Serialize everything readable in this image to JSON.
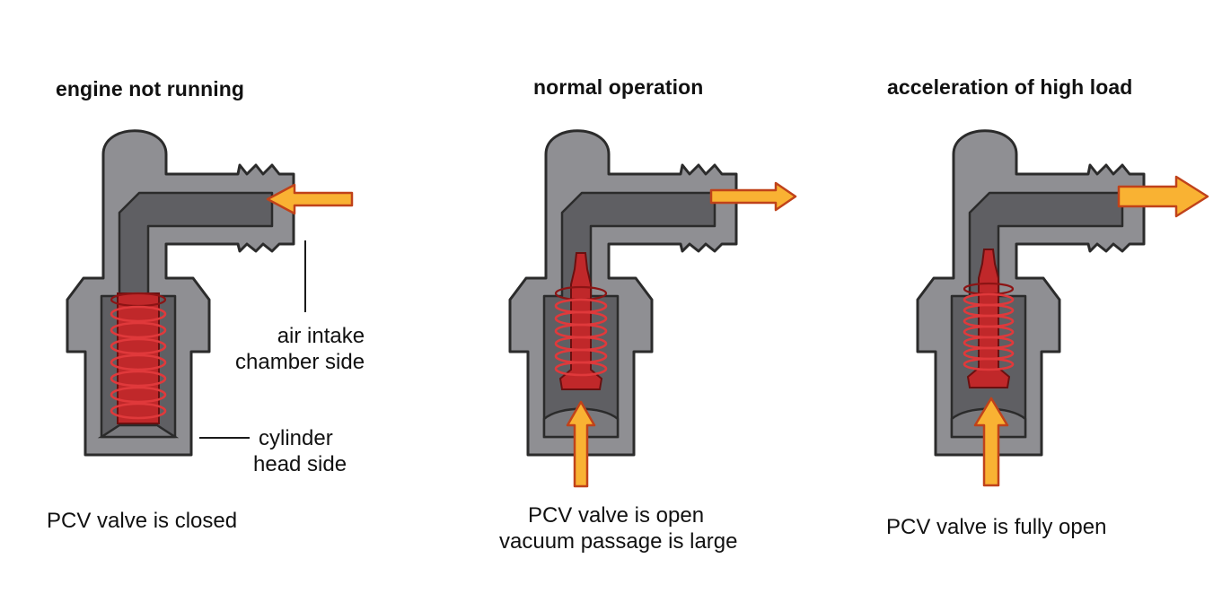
{
  "panels": [
    {
      "title": "engine not running",
      "caption": "PCV valve is closed",
      "state": "closed"
    },
    {
      "title": "normal operation",
      "caption_line1": "PCV valve is open",
      "caption_line2": "vacuum passage is large",
      "state": "open"
    },
    {
      "title": "acceleration of high load",
      "caption": "PCV valve is fully open",
      "state": "fully-open"
    }
  ],
  "labels": {
    "air_intake_line1": "air intake",
    "air_intake_line2": "chamber side",
    "cylinder_line1": "cylinder",
    "cylinder_line2": "head side"
  },
  "colors": {
    "valve_body": "#8f8f93",
    "spring": "#e0393b",
    "arrow": "#f9b233"
  }
}
